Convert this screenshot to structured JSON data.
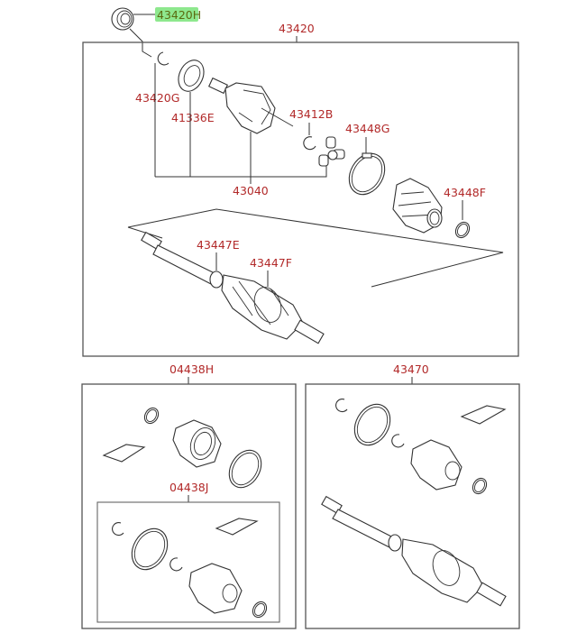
{
  "diagram": {
    "title": "Drive shaft assembly parts diagram",
    "highlight_color": "#8ee88e",
    "label_color": "#b22a2a",
    "labels": {
      "seal_top": "43420H",
      "main_assembly": "43420",
      "snap_ring": "43420G",
      "oil_seal": "41336E",
      "inner_joint": "43040",
      "circlip": "43412B",
      "band_large": "43448G",
      "band_small": "43448F",
      "band_shaft_e": "43447E",
      "band_shaft_f": "43447F",
      "boot_kit_outer": "04438H",
      "boot_kit_inner": "04438J",
      "boot_kit_assy": "43470"
    },
    "groups": [
      {
        "id": "main",
        "part_no": "43420"
      },
      {
        "id": "kit-left",
        "part_no": "04438H"
      },
      {
        "id": "kit-left-inner",
        "part_no": "04438J"
      },
      {
        "id": "kit-right",
        "part_no": "43470"
      }
    ]
  }
}
